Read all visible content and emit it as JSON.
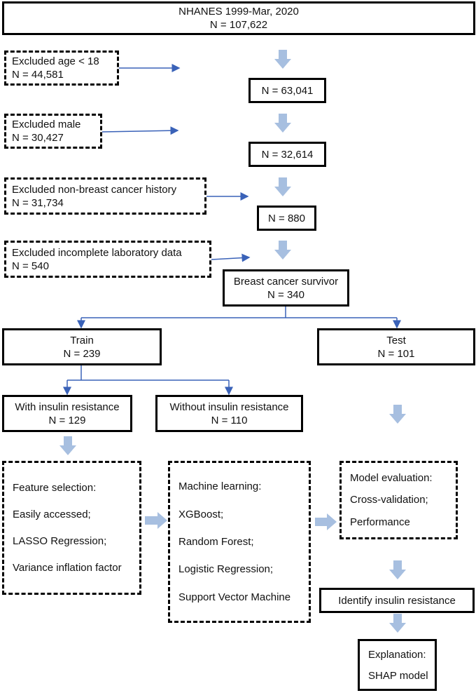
{
  "nhanes": {
    "line1": "NHANES 1999-Mar, 2020",
    "line2": "N = 107,622"
  },
  "excl_age": {
    "line1": "Excluded age < 18",
    "line2": "N = 44,581"
  },
  "n1": "N = 63,041",
  "excl_male": {
    "line1": "Excluded male",
    "line2": "N = 30,427"
  },
  "n2": "N = 32,614",
  "excl_cancer": {
    "line1": "Excluded non-breast cancer history",
    "line2": "N = 31,734"
  },
  "n3": "N = 880",
  "excl_lab": {
    "line1": "Excluded incomplete laboratory data",
    "line2": "N = 540"
  },
  "survivor": {
    "line1": "Breast cancer survivor",
    "line2": "N = 340"
  },
  "train": {
    "line1": "Train",
    "line2": "N = 239"
  },
  "test": {
    "line1": "Test",
    "line2": "N = 101"
  },
  "with_ir": {
    "line1": "With insulin resistance",
    "line2": "N = 129"
  },
  "without_ir": {
    "line1": "Without insulin resistance",
    "line2": "N = 110"
  },
  "feature": {
    "items": [
      "Feature selection:",
      "Easily accessed;",
      "LASSO Regression;",
      "Variance inflation factor"
    ]
  },
  "ml": {
    "items": [
      "Machine learning:",
      "XGBoost;",
      "Random Forest;",
      "Logistic Regression;",
      "Support Vector Machine"
    ]
  },
  "eval": {
    "items": [
      "Model evaluation:",
      "Cross-validation;",
      "Performance"
    ]
  },
  "identify": "Identify insulin resistance",
  "explanation": {
    "line1": "Explanation:",
    "line2": "SHAP model"
  },
  "colors": {
    "line_arrow": "#3a62b8",
    "block_arrow": "#a7bfe0",
    "border": "#000000"
  }
}
